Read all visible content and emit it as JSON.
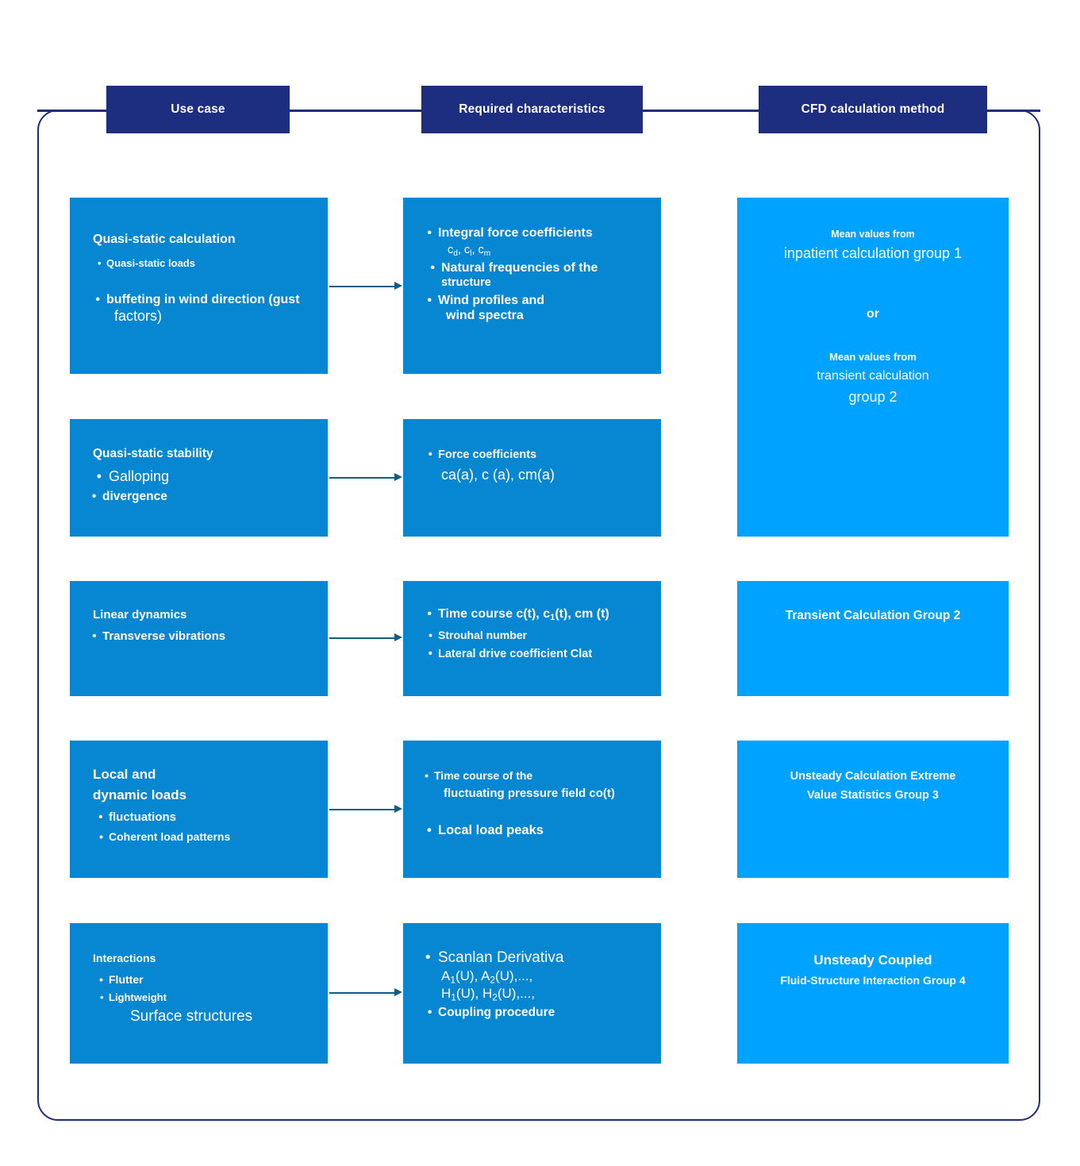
{
  "theme": {
    "frame_color": "#1f2d7b",
    "header_chip_color": "#1d2d80",
    "box_color_primary": "#0786d2",
    "box_color_accent": "#00a2ff",
    "arrow_color": "#0d5d85",
    "text_color": "#ffffff",
    "page_background": "#ffffff"
  },
  "headers": {
    "col1": "Use case",
    "col2": "Required characteristics",
    "col3": "CFD calculation method"
  },
  "rows": [
    {
      "id": "quasi-static-calculation",
      "use_case": {
        "title": "Quasi-static calculation",
        "bullets": [
          "Quasi-static loads",
          "buffeting in wind direction (gust",
          "factors)"
        ]
      },
      "characteristics": {
        "items": [
          "Integral force coefficients",
          "c_d, c_l, c_m",
          "Natural frequencies of the",
          "structure",
          "Wind profiles and",
          "wind spectra"
        ],
        "sub_d": "d",
        "sub_l": "l",
        "sub_m": "m",
        "c_letter": "c",
        "comma": ", "
      },
      "method": {
        "lines": [
          "Mean values from",
          "inpatient calculation group 1",
          "or",
          "Mean values from",
          "transient calculation",
          "group 2"
        ]
      }
    },
    {
      "id": "quasi-static-stability",
      "use_case": {
        "title": "Quasi-static stability",
        "bullets": [
          "Galloping",
          "divergence"
        ]
      },
      "characteristics": {
        "items": [
          "Force coefficients",
          "ca(a), c (a), cm(a)"
        ]
      },
      "method": {
        "lines": []
      }
    },
    {
      "id": "linear-dynamics",
      "use_case": {
        "title": "Linear dynamics",
        "bullets": [
          "Transverse vibrations"
        ]
      },
      "characteristics": {
        "items": [
          "Time course c(t), c",
          "(t), cm (t)",
          "Strouhal number",
          "Lateral drive coefficient Clat"
        ],
        "sub_1": "1"
      },
      "method": {
        "lines": [
          "Transient Calculation Group 2"
        ]
      }
    },
    {
      "id": "local-and-dynamic-loads",
      "use_case": {
        "title_line1": "Local and",
        "title_line2": "dynamic loads",
        "bullets": [
          "fluctuations",
          "Coherent load patterns"
        ]
      },
      "characteristics": {
        "items": [
          "Time course of the",
          "fluctuating pressure field co(t)",
          "Local load peaks"
        ]
      },
      "method": {
        "lines": [
          "Unsteady Calculation Extreme",
          "Value Statistics Group 3"
        ]
      }
    },
    {
      "id": "interactions",
      "use_case": {
        "title": "Interactions",
        "bullets": [
          "Flutter",
          "Lightweight"
        ],
        "extra": "Surface structures"
      },
      "characteristics": {
        "items": [
          "Scanlan Derivativa",
          "A",
          "(U), A",
          "(U),...,",
          "H",
          "(U), H",
          "(U),...,",
          "Coupling procedure"
        ],
        "sub_1": "1",
        "sub_2": "2"
      },
      "method": {
        "lines": [
          "Unsteady Coupled",
          "Fluid-Structure Interaction Group 4"
        ]
      }
    }
  ]
}
